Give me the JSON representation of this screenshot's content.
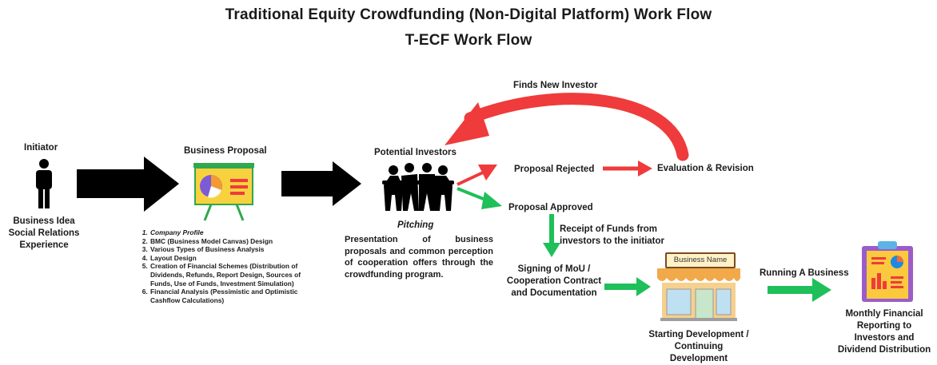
{
  "title": {
    "line1": "Traditional Equity Crowdfunding (Non-Digital Platform) Work Flow",
    "line2": "T-ECF Work Flow"
  },
  "initiator": {
    "heading": "Initiator",
    "caption": [
      "Business Idea",
      "Social Relations",
      "Experience"
    ],
    "icon": "person-icon"
  },
  "business_proposal": {
    "heading": "Business Proposal",
    "icon": "presentation-board-icon",
    "items": [
      "Company Profile",
      "BMC (Business Model Canvas) Design",
      "Various Types of Business Analysis",
      "Layout Design",
      "Creation of Financial Schemes (Distribution of Dividends, Refunds, Report Design, Sources of Funds, Use of Funds, Investment Simulation)",
      "Financial Analysis (Pessimistic and Optimistic Cashflow Calculations)"
    ]
  },
  "investors": {
    "heading": "Potential Investors",
    "icon": "group-people-icon",
    "pitching": "Pitching",
    "description": "Presentation of business proposals and common perception of cooperation offers through the crowdfunding program."
  },
  "outcomes": {
    "rejected": "Proposal Rejected",
    "evaluation": "Evaluation & Revision",
    "finds_new": "Finds New Investor",
    "approved": "Proposal Approved",
    "receipt": [
      "Receipt of Funds from",
      "investors to the initiator"
    ],
    "signing": [
      "Signing of MoU /",
      "Cooperation Contract",
      "and Documentation"
    ]
  },
  "business": {
    "sign": "Business Name",
    "icon": "storefront-icon",
    "caption": [
      "Starting Development /",
      "Continuing",
      "Development"
    ],
    "running": "Running A Business"
  },
  "reporting": {
    "icon": "clipboard-report-icon",
    "caption": [
      "Monthly Financial",
      "Reporting to",
      "Investors and",
      "Dividend Distribution"
    ]
  },
  "colors": {
    "black_arrow": "#000000",
    "red_arrow": "#ef3b3b",
    "green_arrow": "#1fbf5a",
    "board_yellow": "#f7d23e",
    "board_leg": "#2fa84f",
    "store_roof": "#f2a94a",
    "store_wall": "#f6d08e",
    "clipboard_purple": "#9b5cc9"
  }
}
